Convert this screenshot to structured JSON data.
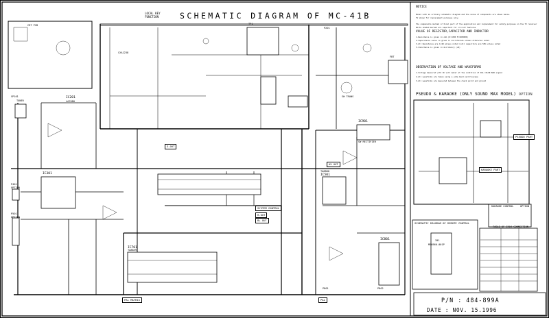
{
  "header": {
    "title": "SCHEMATIC   DIAGRAM   OF   MC-41B",
    "key_function_title": "LOCAL KEY",
    "key_function_sub": "FUNCTION"
  },
  "notice": {
    "heading": "NOTICE",
    "lines": [
      "Model with an ordinary schematic diagram and the value of components are shown below.",
      "TV shown for replacement purposes only.",
      "The components marked   critical part of the application and replacement for safety purposes on the TV receiver",
      "White shaded marked   are important for circuit features"
    ],
    "value_heading": "VALUE OF RESISTOR,CAPACITOR AND INDUCTOR",
    "value_lines": [
      "1.Resistance is given in ohm (K:1000 M:1000000)",
      "2.Capacitance value is given in microfarads unless otherwise noted",
      "3.All Resistance are 1/4W unless noted   4.All capacitors are 50V unless noted",
      "5.Inductance is given in microhenry (uH)"
    ],
    "obs_heading": "OBSERVATION OF VOLTAGE AND WAVEFORMS",
    "obs_lines": [
      "1.Voltage measured with DC volt meter at the condition of PAL COLOR BAR signal",
      "2.All waveforms are taken using a wide band oscilloscope",
      "3.All waveforms are measured between the check point and ground"
    ]
  },
  "pseudo_section": {
    "title": "PSEUDO & KARAOKE (ONLY SOUND MAX MODEL)",
    "option": "OPTION",
    "pseudo_part": "PSEUDO PART",
    "karaoke_part": "KARAOKE PART",
    "karaoke_control": "KARAOKE CONTROL",
    "karaoke_option": "OPTION"
  },
  "remote_section": {
    "title": "SCHEMATIC DIAGRAM OF REMOTE CONTROL",
    "ic_ref": "I01",
    "ic_part": "M50560-001P",
    "table_title": "TABLE OF IR04 CONNECTION"
  },
  "labels": {
    "ic201": "IC201",
    "ic201_part": "LA7680",
    "ic501": "IC501",
    "ic501_part": "TA8880",
    "ic701": "IC701",
    "ic701_part": "TA8859",
    "ic301": "IC301",
    "ic801": "IC801",
    "ic901": "IC901",
    "tuner": "TUNER",
    "fbt": "FBT",
    "tp1": "TP1",
    "sw_trans": "SW TRANS",
    "sw_rect": "SW RECTIFIER",
    "syscon": "SYSTEM CONTROL",
    "b_out": "B+ OUT",
    "pal_matrix": "PAL MATRIX",
    "p401": "P401",
    "p501": "P501",
    "p201": "P201",
    "sp101": "SP101",
    "opt1": "OPTION",
    "opt2": "OPTION",
    "cxa": "CXA1238",
    "a_out": "AV OUT",
    "h_out": "H-OUT",
    "g_out": "G-OUT",
    "crt": "CRT PCB",
    "conn_a": "P801",
    "conn_b": "P802",
    "pal": "PAL"
  },
  "footer": {
    "pn_label": "P/N",
    "pn_value": ":  484-899A",
    "date_label": "DATE",
    "date_value": ":  NOV. 15.1996"
  },
  "colors": {
    "ink": "#000000",
    "paper": "#ffffff"
  }
}
